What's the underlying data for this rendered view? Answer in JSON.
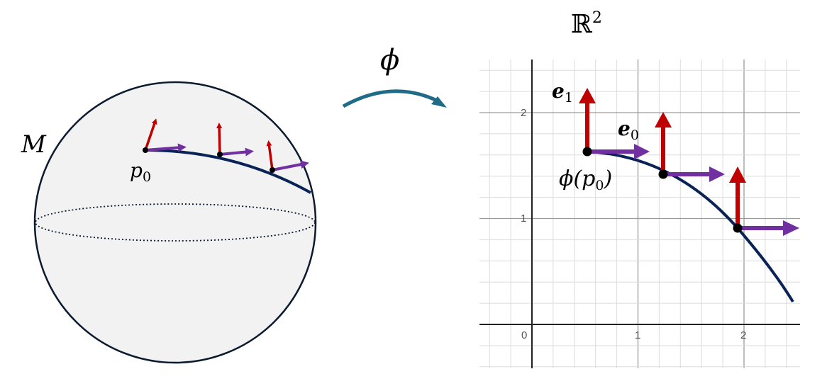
{
  "labels": {
    "manifold": "M",
    "point": "p",
    "point_sub": "0",
    "map": "ϕ",
    "target_space": "ℝ",
    "target_exp": "2",
    "basis_e1": "e",
    "basis_e1_sub": "1",
    "basis_e0": "e",
    "basis_e0_sub": "0",
    "image_point_pre": "ϕ(p",
    "image_point_sub": "0",
    "image_point_post": ")"
  },
  "plot": {
    "x_ticks": [
      "0",
      "1",
      "2"
    ],
    "y_ticks": [
      "1",
      "2"
    ]
  },
  "colors": {
    "curve": "#0a2357",
    "red_vector": "#c00000",
    "purple_vector": "#7030a0",
    "map_arrow": "#1f6b88",
    "sphere_fill": "#f2f2f2",
    "sphere_stroke": "#0b1a2e"
  }
}
